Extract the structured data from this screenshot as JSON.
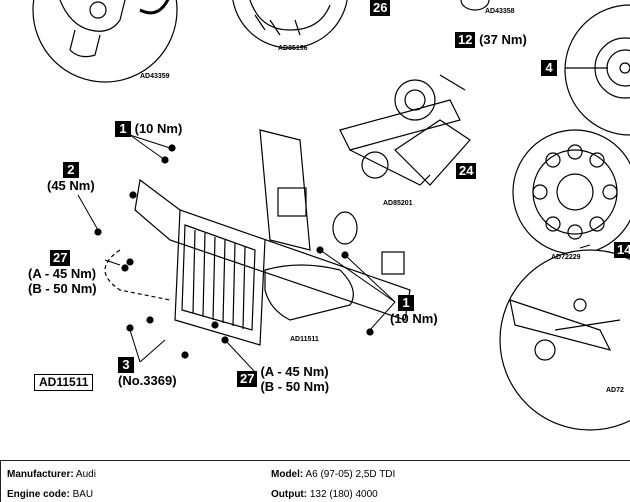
{
  "callouts": {
    "c26": {
      "num": "26"
    },
    "c12": {
      "num": "12",
      "text": "(37 Nm)"
    },
    "c4": {
      "num": "4"
    },
    "c1a": {
      "num": "1",
      "text": "(10 Nm)"
    },
    "c2": {
      "num": "2",
      "text": "(45 Nm)"
    },
    "c24": {
      "num": "24"
    },
    "c27a": {
      "num": "27",
      "line1": "(A - 45 Nm)",
      "line2": "(B - 50 Nm)"
    },
    "c14": {
      "num": "14"
    },
    "c1b": {
      "num": "1",
      "text": "(10 Nm)"
    },
    "c3": {
      "num": "3",
      "text": "(No.3369)"
    },
    "c27b": {
      "num": "27",
      "line1": "(A - 45 Nm)",
      "line2": "(B - 50 Nm)"
    }
  },
  "refs": {
    "r1": "AD43359",
    "r2": "AD85196",
    "r3": "AD43358",
    "r4": "AD85201",
    "r5": "AD72229",
    "r6": "AD11511",
    "r7": "AD72"
  },
  "box_ref": "AD11511",
  "info": {
    "manufacturer_label": "Manufacturer:",
    "manufacturer_value": "Audi",
    "model_label": "Model:",
    "model_value": "A6 (97-05) 2,5D TDI",
    "engine_label": "Engine code:",
    "engine_value": "BAU",
    "output_label": "Output:",
    "output_value": "132 (180) 4000"
  }
}
